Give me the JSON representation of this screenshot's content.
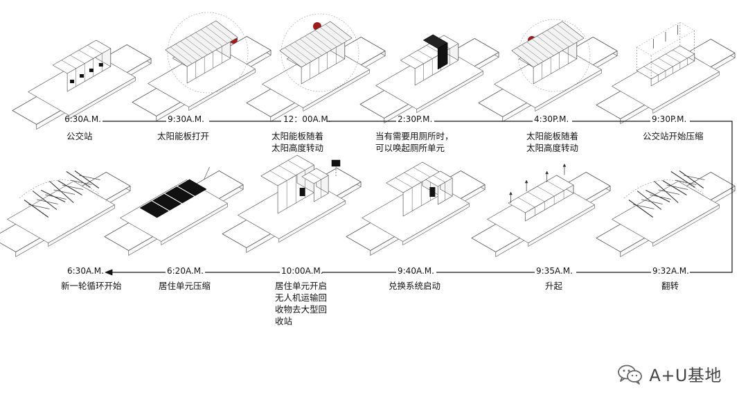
{
  "top_row": [
    {
      "time": "6:30A.M.",
      "caption": [
        "公交站"
      ]
    },
    {
      "time": "9:30A.M.",
      "caption": [
        "太阳能板打开"
      ]
    },
    {
      "time": "12：00A.M.",
      "caption": [
        "太阳能板随着",
        "太阳高度转动"
      ]
    },
    {
      "time": "2:30P.M.",
      "caption": [
        "当有需要用厕所时，",
        "可以唤起厕所单元"
      ]
    },
    {
      "time": "4:30P.M.",
      "caption": [
        "太阳能板随着",
        "太阳高度转动"
      ]
    },
    {
      "time": "9:30P.M.",
      "caption": [
        "公交站开始压缩"
      ]
    }
  ],
  "bottom_row": [
    {
      "time": "6:30A.M.",
      "caption": [
        "新一轮循环开始"
      ]
    },
    {
      "time": "6:20A.M.",
      "caption": [
        "居住单元压缩"
      ]
    },
    {
      "time": "10:00A.M.",
      "caption": [
        "居住单元开启",
        "无人机运输回",
        "收物去大型回",
        "收站"
      ]
    },
    {
      "time": "9:40A.M.",
      "caption": [
        "兑换系统启动"
      ]
    },
    {
      "time": "9:35A.M.",
      "caption": [
        "升起"
      ]
    },
    {
      "time": "9:32A.M.",
      "caption": [
        "翻转"
      ]
    }
  ],
  "brand": {
    "name": "A+U基地",
    "icon": "wechat-icon"
  },
  "colors": {
    "sun": "#9e1b1e",
    "line": "#111111",
    "sketch": "#555555"
  }
}
